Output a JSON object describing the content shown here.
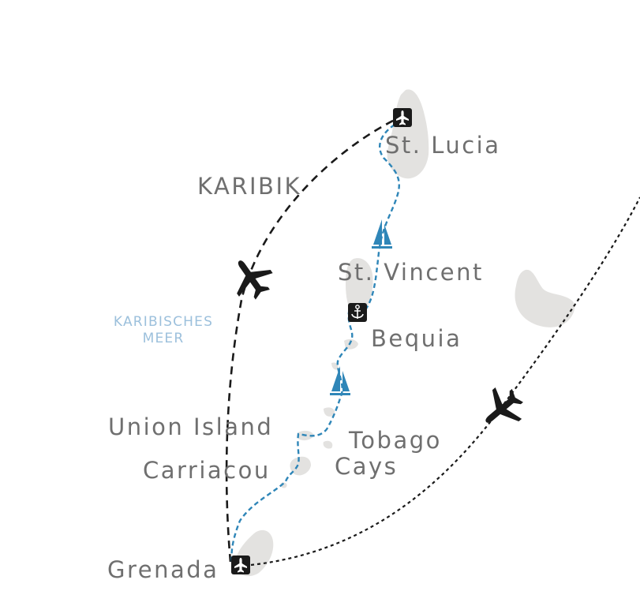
{
  "map": {
    "sea_label_line1": "KARIBISCHES",
    "sea_label_line2": "MEER",
    "region_label": "KARIBIK",
    "places": {
      "st_lucia": "St. Lucia",
      "st_vincent": "St. Vincent",
      "bequia": "Bequia",
      "union_island": "Union Island",
      "tobago_cays_line1": "Tobago",
      "tobago_cays_line2": "Cays",
      "carriacou": "Carriacou",
      "grenada": "Grenada"
    },
    "colors": {
      "land": "#e3e2e0",
      "label_text": "#6f6f6f",
      "sea_text": "#9cc0dc",
      "sailing_route": "#2f86b8",
      "flight_route": "#1a1a1a",
      "icon_dark": "#1a1a1a"
    },
    "icons": [
      "airport-icon",
      "anchor-icon",
      "sailboat-icon",
      "airplane-icon"
    ]
  }
}
